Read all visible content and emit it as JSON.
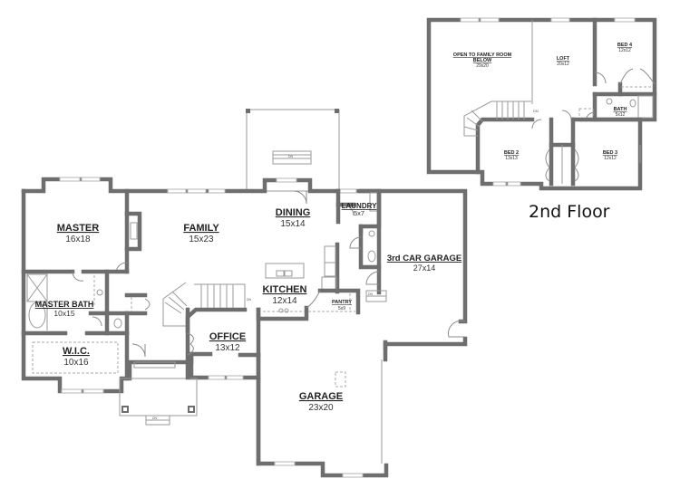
{
  "floor_plan": {
    "colors": {
      "wall": "#6e6e6e",
      "fixture": "#9a9a9a",
      "background": "#ffffff",
      "text": "#222222"
    },
    "first_floor": {
      "rooms": [
        {
          "name": "MASTER",
          "dims": "16x18"
        },
        {
          "name": "FAMILY",
          "dims": "15x23"
        },
        {
          "name": "DINING",
          "dims": "15x14"
        },
        {
          "name": "LAUNDRY",
          "dims": "5x7"
        },
        {
          "name": "3rd CAR GARAGE",
          "dims": "27x14"
        },
        {
          "name": "MASTER BATH",
          "dims": "10x15"
        },
        {
          "name": "KITCHEN",
          "dims": "12x14"
        },
        {
          "name": "PANTRY",
          "dims": "5x9"
        },
        {
          "name": "W.I.C.",
          "dims": "10x16"
        },
        {
          "name": "OFFICE",
          "dims": "13x12"
        },
        {
          "name": "GARAGE",
          "dims": "23x20"
        }
      ],
      "stair_labels": [
        "DN",
        "DN",
        "DN",
        "DN"
      ]
    },
    "second_floor": {
      "label": "2nd Floor",
      "rooms": [
        {
          "name": "OPEN TO FAMILY ROOM",
          "name2": "BELOW",
          "dims": "29x20"
        },
        {
          "name": "LOFT",
          "dims": "20x12"
        },
        {
          "name": "BED 4",
          "dims": "12x12"
        },
        {
          "name": "BATH",
          "dims": "5x12"
        },
        {
          "name": "BED 2",
          "dims": "13x13"
        },
        {
          "name": "BED 3",
          "dims": "12x12"
        }
      ],
      "stair_label": "DN"
    }
  }
}
